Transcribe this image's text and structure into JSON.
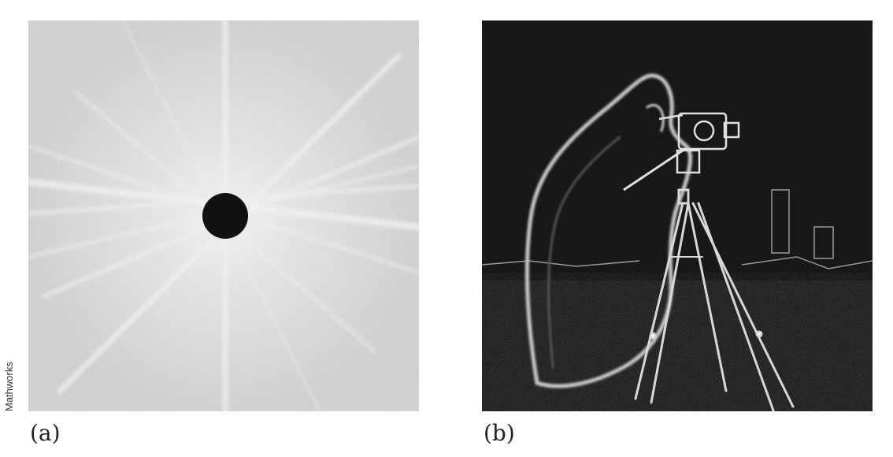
{
  "figure": {
    "panel_a": {
      "caption": "(a)",
      "credit": "Mathworks",
      "content": "Fourier spectrum with dark central disc (high-pass filter mask)",
      "background_color": "#cfcfcf",
      "mask_color": "#111111"
    },
    "panel_b": {
      "caption": "(b)",
      "content": "High-pass filtered cameraman image",
      "background_color": "#181818",
      "edge_color": "#b8b8b8"
    }
  }
}
